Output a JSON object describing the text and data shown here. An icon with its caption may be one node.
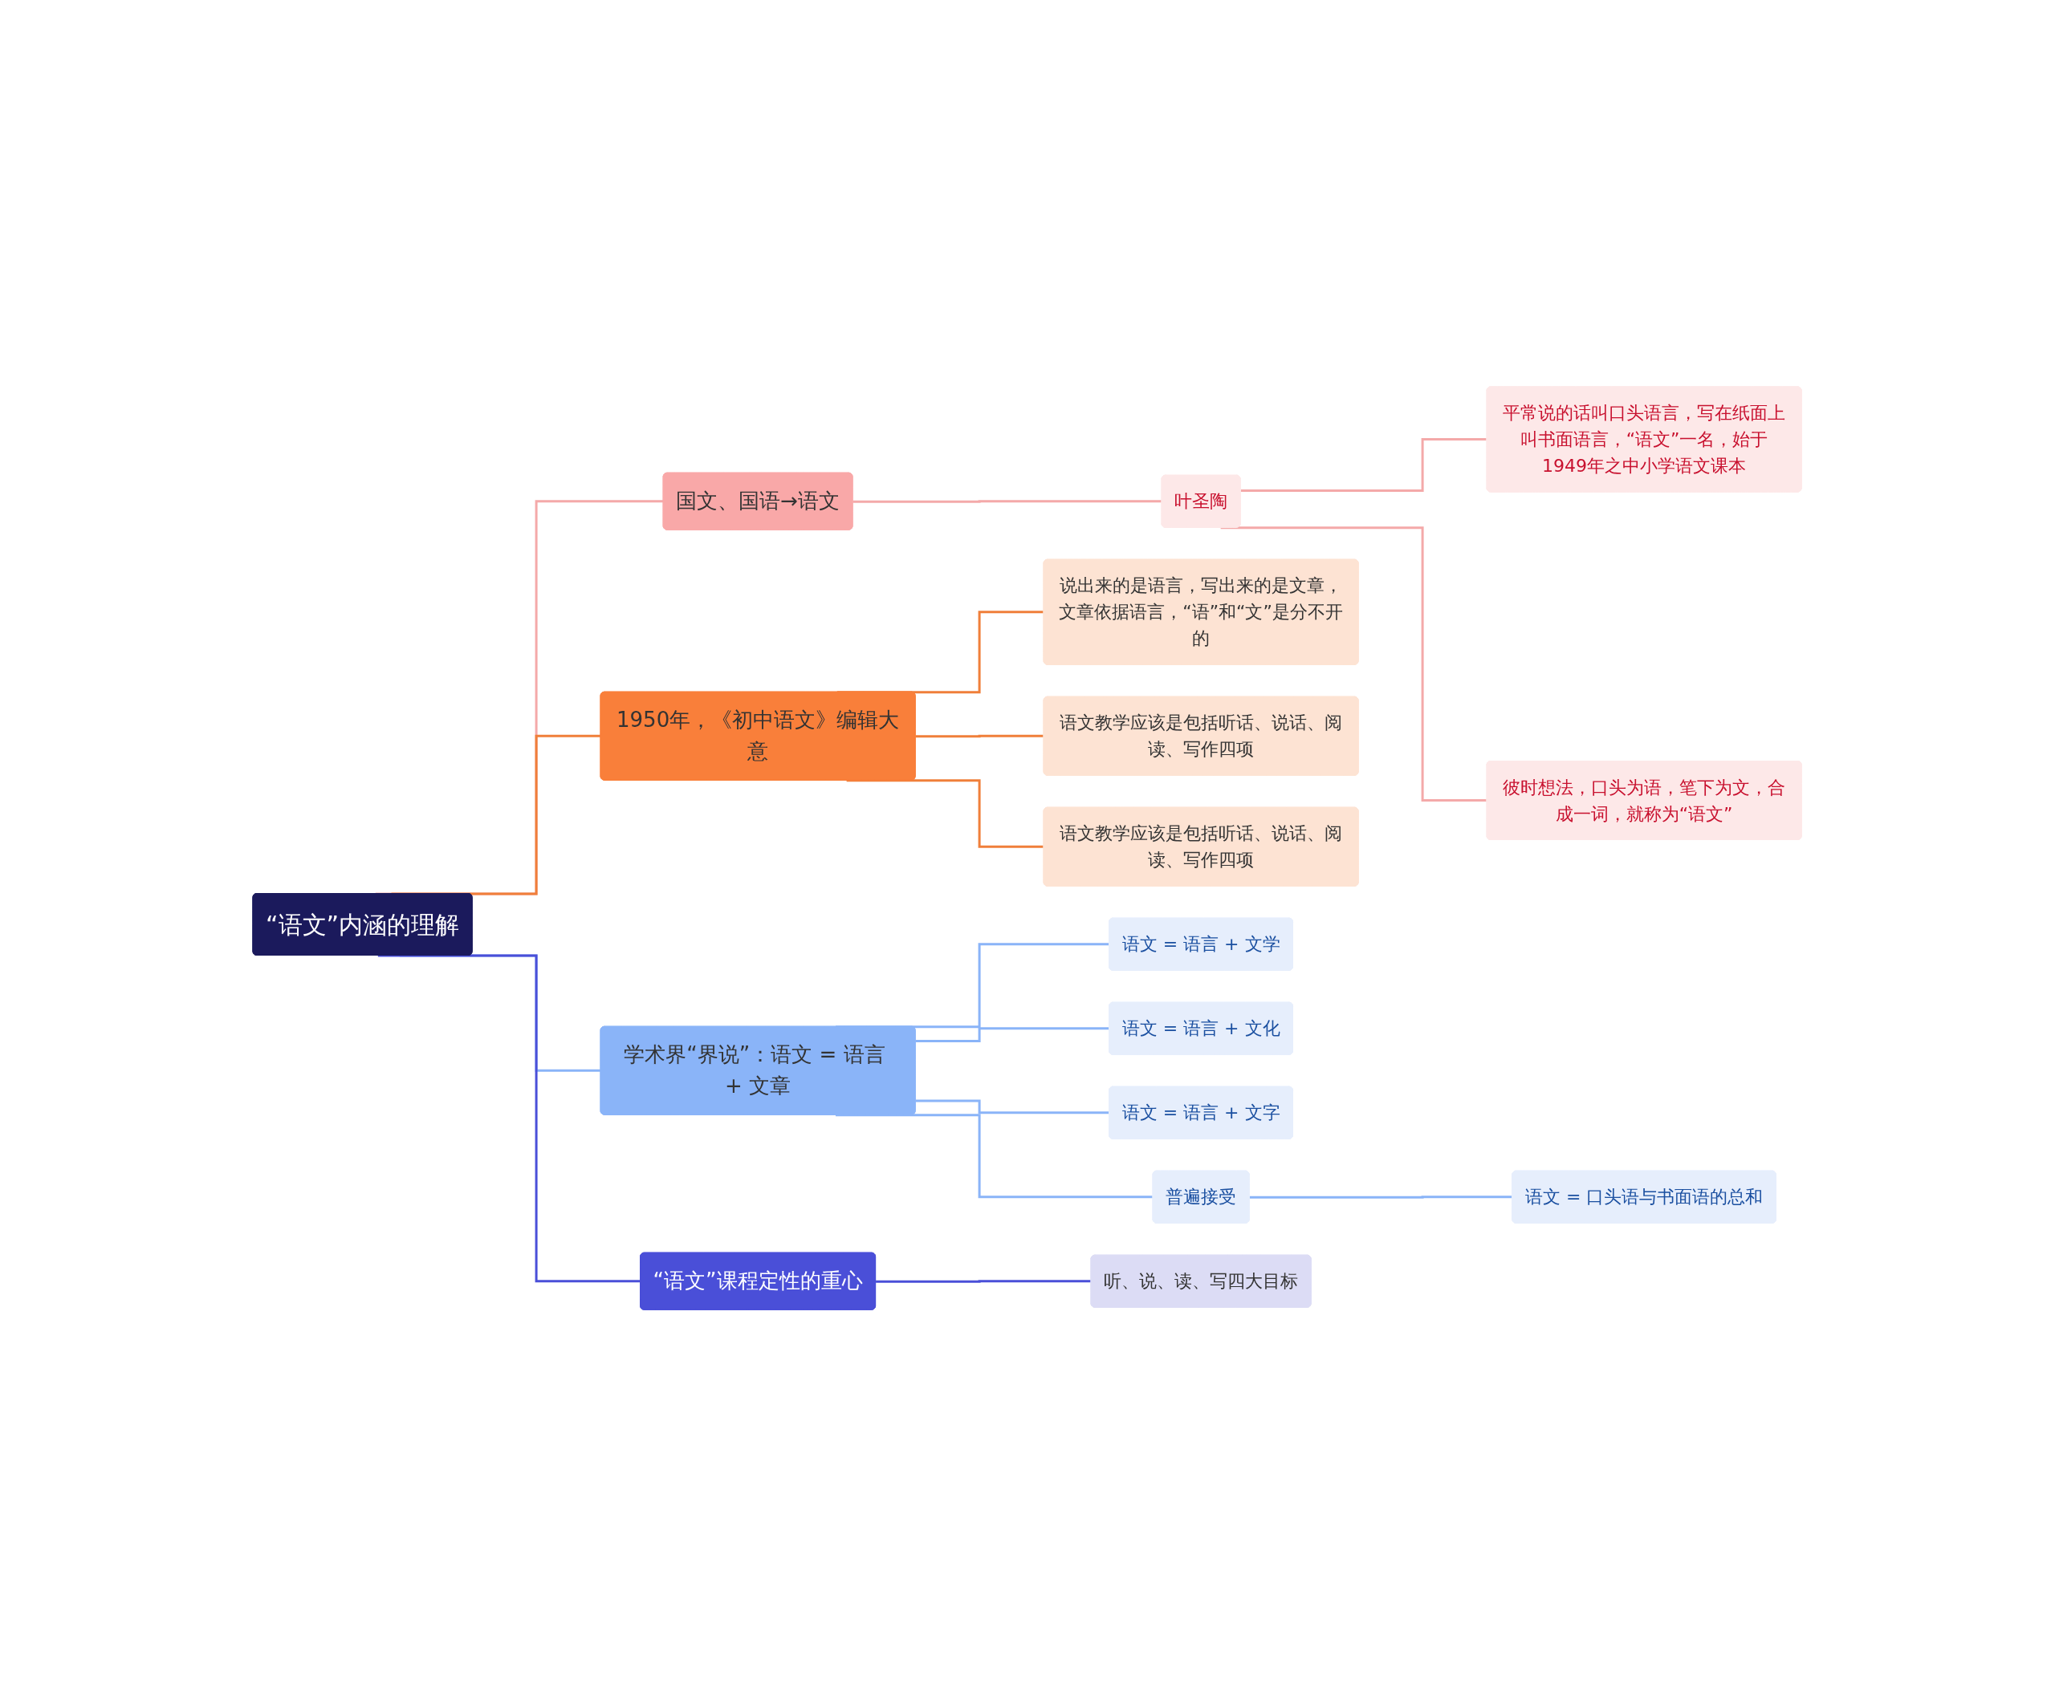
{
  "diagram": {
    "nodes": [
      {
        "text": [
          "“语文”内涵的理解"
        ]
      },
      {
        "text": [
          "国文、国语→语文"
        ]
      },
      {
        "text": [
          "叶圣陶"
        ]
      },
      {
        "text": [
          "平常说的话叫口头语言，写在纸面上叫书面语言，“语文”一名，始于1949年之中小学语文课本"
        ]
      },
      {
        "text": [
          "彼时想法，口头为语，笔下为文，合成一词，就称为“语文”"
        ]
      },
      {
        "text": [
          "1950年，《初中语文》编辑大意"
        ]
      },
      {
        "text": [
          "说出来的是语言，写出来的是文章，文章依据语言，“语”和“文”是分不开的"
        ]
      },
      {
        "text": [
          "语文教学应该是包括听话、说话、阅读、写作四项"
        ]
      },
      {
        "text": [
          "语文教学应该是包括听话、说话、阅读、写作四项"
        ]
      },
      {
        "text": [
          "学术界“界说”：语文 = 语言 + 文章"
        ]
      },
      {
        "text": [
          "语文 = 语言 + 文学"
        ]
      },
      {
        "text": [
          "语文 = 语言 + 文化"
        ]
      },
      {
        "text": [
          "语文 = 语言 + 文字"
        ]
      },
      {
        "text": [
          "普遍接受"
        ]
      },
      {
        "text": [
          "语文 = 口头语与书面语的总和"
        ]
      },
      {
        "text": [
          "“语文”课程定性的重心"
        ]
      },
      {
        "text": [
          "听、说、读、写四大目标"
        ]
      }
    ],
    "edges": [
      {
        "from": 0,
        "to": 1,
        "arrow": "none",
        "color": "#f4a9a9"
      },
      {
        "from": 1,
        "to": 2,
        "arrow": "none",
        "color": "#f4a9a9"
      },
      {
        "from": 2,
        "to": 3,
        "arrow": "none",
        "color": "#f4a9a9"
      },
      {
        "from": 2,
        "to": 4,
        "arrow": "none",
        "color": "#f4a9a9"
      },
      {
        "from": 0,
        "to": 5,
        "arrow": "none",
        "color": "#f07f3a"
      },
      {
        "from": 5,
        "to": 6,
        "arrow": "none",
        "color": "#f07f3a"
      },
      {
        "from": 5,
        "to": 7,
        "arrow": "none",
        "color": "#f07f3a"
      },
      {
        "from": 5,
        "to": 8,
        "arrow": "none",
        "color": "#f07f3a"
      },
      {
        "from": 0,
        "to": 9,
        "arrow": "none"
      },
      {
        "from": 9,
        "to": 10,
        "arrow": "none"
      },
      {
        "from": 9,
        "to": 11,
        "arrow": "none"
      },
      {
        "from": 9,
        "to": 12,
        "arrow": "none"
      },
      {
        "from": 9,
        "to": 13,
        "arrow": "none"
      },
      {
        "from": 13,
        "to": 14,
        "arrow": "none"
      },
      {
        "from": 0,
        "to": 15,
        "arrow": "none",
        "color": "#4a4fd8"
      },
      {
        "from": 15,
        "to": 16,
        "arrow": "none",
        "color": "#4a4fd8"
      }
    ]
  }
}
